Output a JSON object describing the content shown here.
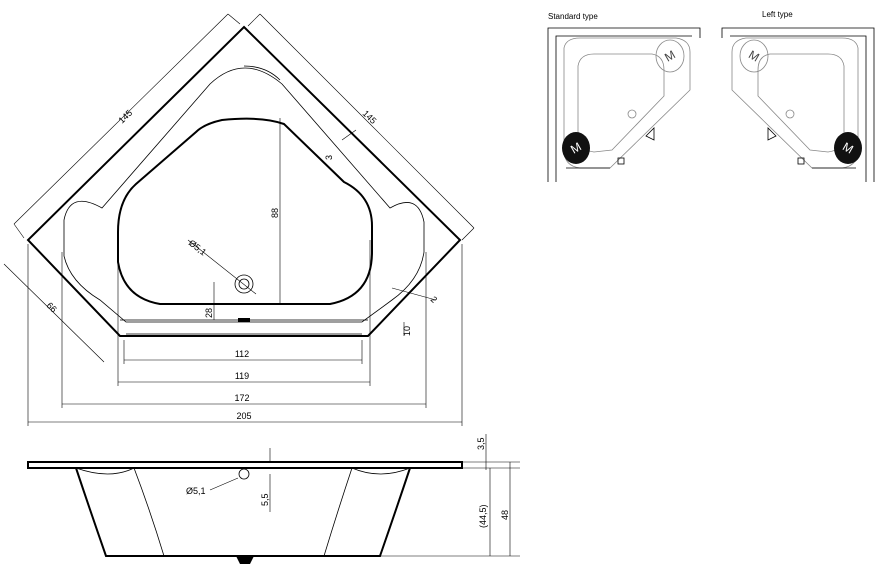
{
  "top_view": {
    "dims": {
      "edge_left": "145",
      "edge_right": "145",
      "rim_gap": "3",
      "depth": "88",
      "drain_diameter": "Ø5,1",
      "side": "66",
      "rim_small": "2",
      "drain_offset": "28",
      "front_step": "10",
      "w112": "112",
      "w119": "119",
      "w172": "172",
      "w205": "205"
    }
  },
  "side_view": {
    "dims": {
      "rim": "3,5",
      "overflow_diameter": "Ø5,1",
      "overflow_drop": "5,5",
      "inner_depth": "(44,5)",
      "total_height": "48"
    }
  },
  "installation_types": {
    "standard_label": "Standard type",
    "left_label": "Left type",
    "motor_letter": "M"
  }
}
